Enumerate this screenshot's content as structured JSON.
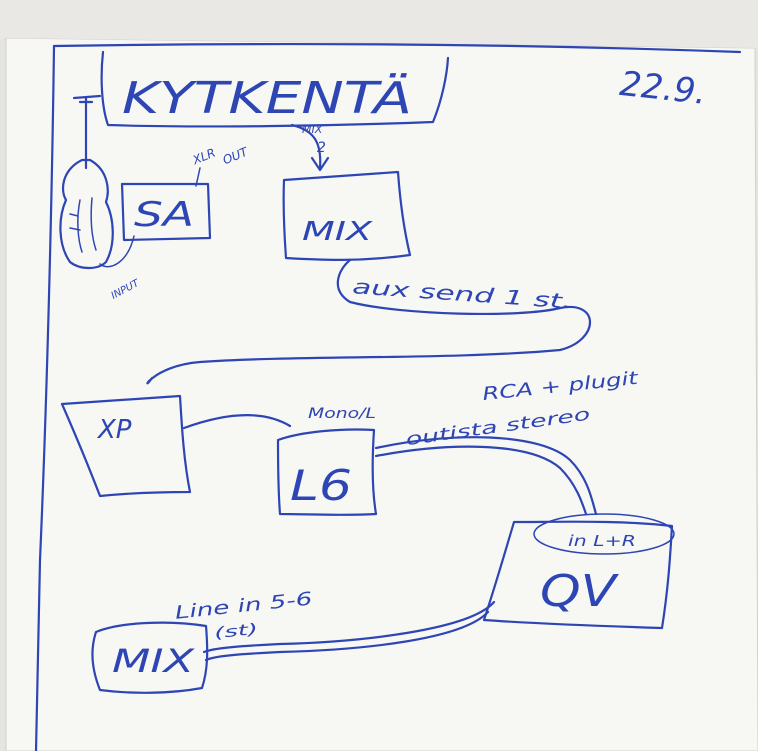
{
  "colors": {
    "ink": "#2e45b4",
    "paper": "#f7f7f4",
    "background": "#e6e4e1"
  },
  "header": {
    "title": "KYTKENTÄ",
    "date": "22.9."
  },
  "nodes": {
    "sa": "SA",
    "mix_top": "MIX",
    "xp": "XP",
    "l6": "L6",
    "qv": "QV",
    "mix_bottom": "MIX"
  },
  "labels": {
    "xlr_out_1": "XLR",
    "xlr_out_2": "OUT",
    "mix_2_1": "MIX",
    "mix_2_2": "2",
    "input": "INPUT",
    "aux_send": "aux send 1 st.",
    "mono_l": "Mono/L",
    "rca": "RCA + plugit",
    "outista": "outista stereo",
    "in_lr": "in L+R",
    "line_in": "Line in 5-6",
    "st": "(st)"
  }
}
